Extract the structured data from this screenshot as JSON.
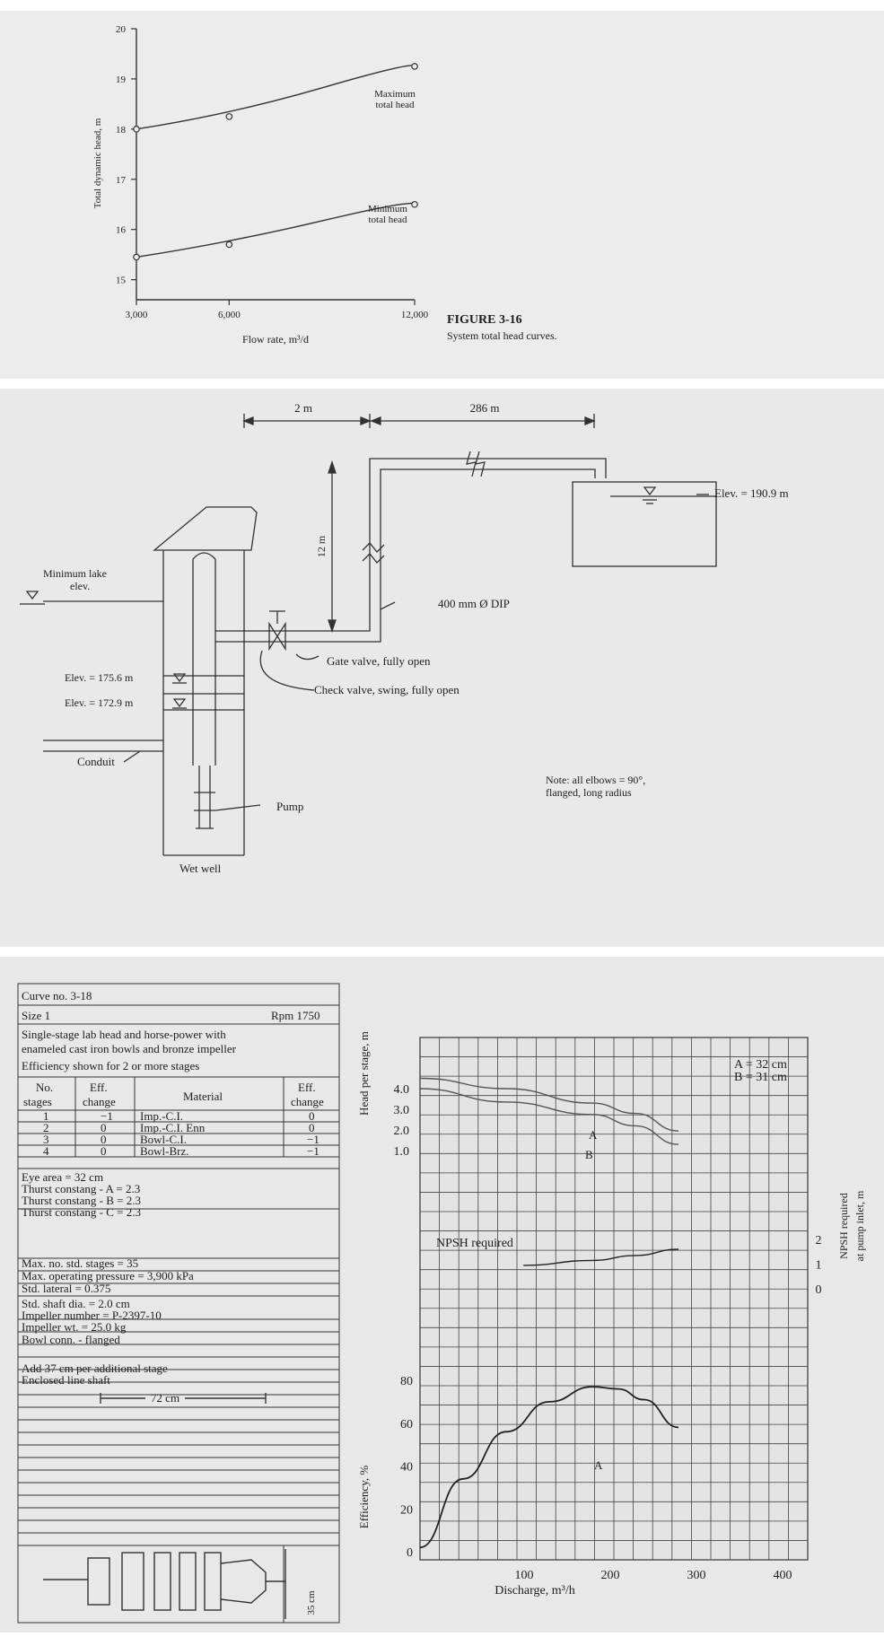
{
  "figure1": {
    "caption_number": "FIGURE 3-16",
    "caption_text": "System total head curves.",
    "chart_data": {
      "type": "line",
      "xlabel": "Flow rate, m³/d",
      "ylabel": "Total dynamic head, m",
      "x_ticks": [
        "3,000",
        "6,000",
        "12,000"
      ],
      "y_ticks": [
        "15",
        "16",
        "17",
        "18",
        "19",
        "20"
      ],
      "xlim": [
        3000,
        12000
      ],
      "ylim": [
        14.6,
        20
      ],
      "grid": false,
      "series": [
        {
          "name": "Maximum total head",
          "x": [
            3000,
            6000,
            12000
          ],
          "y": [
            18.0,
            18.25,
            19.25
          ]
        },
        {
          "name": "Minimum total head",
          "x": [
            3000,
            6000,
            12000
          ],
          "y": [
            15.45,
            15.7,
            16.5
          ]
        }
      ],
      "annotations": [
        {
          "label_line1": "Maximum",
          "label_line2": "total head"
        },
        {
          "label_line1": "Minimum",
          "label_line2": "total head"
        }
      ]
    }
  },
  "figure2": {
    "dim_2m": "2 m",
    "dim_286m": "286 m",
    "dim_12m": "12 m",
    "elev_tank": "Elev. = 190.9 m",
    "min_lake_line1": "Minimum lake",
    "min_lake_line2": "elev.",
    "elev_1756": "Elev. = 175.6 m",
    "elev_1729": "Elev. = 172.9 m",
    "pipe": "400 mm Ø DIP",
    "gate_valve": "Gate valve, fully open",
    "check_valve": "Check valve, swing, fully open",
    "conduit": "Conduit",
    "pump": "Pump",
    "wet_well": "Wet well",
    "note_line1": "Note: all elbows = 90°,",
    "note_line2": "flanged, long radius"
  },
  "figure3": {
    "table": {
      "curve_no": "Curve no. 3-18",
      "size": "Size 1",
      "rpm": "Rpm 1750",
      "desc_line1": "Single-stage lab head and horse-power with",
      "desc_line2": "enameled cast iron bowls and bronze impeller",
      "desc_line3": "Efficiency shown for 2 or more stages",
      "col_no_line1": "No.",
      "col_no_line2": "stages",
      "col_eff_line1": "Eff.",
      "col_eff_line2": "change",
      "col_material": "Material",
      "col_eff2_line1": "Eff.",
      "col_eff2_line2": "change",
      "rows": [
        {
          "no": "1",
          "eff": "−1",
          "material": "Imp.-C.I.",
          "eff2": "0"
        },
        {
          "no": "2",
          "eff": "0",
          "material": "Imp.-C.I. Enn",
          "eff2": "0"
        },
        {
          "no": "3",
          "eff": "0",
          "material": "Bowl-C.I.",
          "eff2": "−1"
        },
        {
          "no": "4",
          "eff": "0",
          "material": "Bowl-Brz.",
          "eff2": "−1"
        }
      ],
      "eye_area": "Eye area = 32 cm",
      "thrust_a": "Thurst constang - A = 2.3",
      "thrust_b": "Thurst constang - B = 2.3",
      "thrust_c": "Thurst constang - C = 2.3",
      "max_stages": "Max. no. std. stages = 35",
      "max_pressure": "Max. operating pressure = 3,900 kPa",
      "std_lateral": "Std. lateral = 0.375",
      "std_shaft": "Std. shaft dia. = 2.0 cm",
      "impeller_number": "Impeller number = P-2397-10",
      "impeller_wt": "Impeller wt. = 25.0 kg",
      "bowl_conn": "Bowl conn. - flanged",
      "add_stage": "Add 37 cm per additional stage",
      "enclosed": "Enclosed line shaft",
      "dim_72": "72 cm",
      "dim_35": "35 cm"
    },
    "chart_data": {
      "type": "line",
      "xlabel": "Discharge, m³/h",
      "x_ticks": [
        "100",
        "200",
        "300",
        "400"
      ],
      "xlim": [
        0,
        450
      ],
      "head_axis": {
        "label": "Head per stage, m",
        "ticks": [
          "4.0",
          "3.0",
          "2.0",
          "1.0"
        ]
      },
      "eff_axis": {
        "label": "Efficiency, %",
        "ticks": [
          "80",
          "60",
          "40",
          "20",
          "0"
        ]
      },
      "npsh_axis": {
        "label_line1": "NPSH required",
        "label_line2": "at pump inlet, m",
        "ticks": [
          "2",
          "1",
          "0"
        ]
      },
      "legend_a": "A = 32 cm",
      "legend_b": "B = 31 cm",
      "npsh_label": "NPSH required",
      "label_a": "A",
      "label_b": "B",
      "label_eff_a": "A",
      "grid": true,
      "series": [
        {
          "name": "A",
          "axis": "head",
          "x": [
            0,
            100,
            200,
            250,
            300
          ],
          "y": [
            4.5,
            4.0,
            3.3,
            2.8,
            1.95
          ]
        },
        {
          "name": "B",
          "axis": "head",
          "x": [
            0,
            100,
            200,
            250,
            300
          ],
          "y": [
            4.0,
            3.35,
            2.75,
            2.2,
            1.3
          ]
        },
        {
          "name": "NPSH required",
          "axis": "npsh",
          "x": [
            120,
            200,
            250,
            300
          ],
          "y": [
            0.95,
            1.15,
            1.35,
            1.6
          ]
        },
        {
          "name": "A",
          "axis": "efficiency",
          "x": [
            0,
            50,
            100,
            150,
            200,
            230,
            260,
            300
          ],
          "y": [
            2,
            34,
            56,
            70,
            77,
            76,
            71,
            58
          ]
        }
      ]
    }
  }
}
